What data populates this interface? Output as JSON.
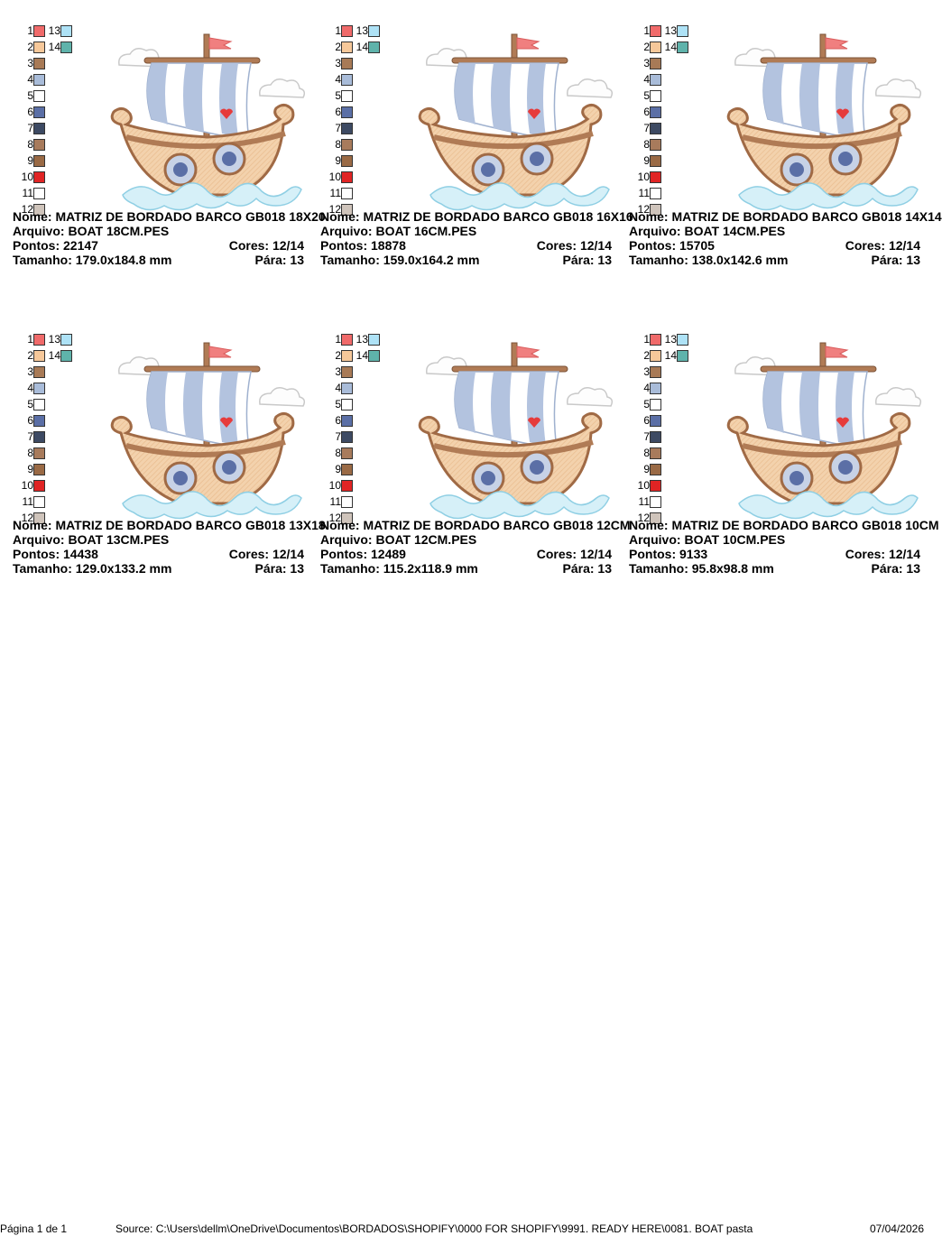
{
  "labels": {
    "nome": "Nome:",
    "arquivo": "Arquivo:",
    "pontos": "Pontos:",
    "cores": "Cores:",
    "tamanho": "Tamanho:",
    "para": "Pára:"
  },
  "palette": [
    {
      "num": "1",
      "color": "#f06a6a"
    },
    {
      "num": "2",
      "color": "#f6c89a"
    },
    {
      "num": "3",
      "color": "#a87a56"
    },
    {
      "num": "4",
      "color": "#a9bcd9"
    },
    {
      "num": "5",
      "color": "#ffffff"
    },
    {
      "num": "6",
      "color": "#5b6fa6"
    },
    {
      "num": "7",
      "color": "#3d4a63"
    },
    {
      "num": "8",
      "color": "#a87b5c"
    },
    {
      "num": "9",
      "color": "#9a6a45"
    },
    {
      "num": "10",
      "color": "#e02424"
    },
    {
      "num": "11",
      "color": "#ffffff"
    },
    {
      "num": "12",
      "color": "#cfc4bb"
    }
  ],
  "palette_extra": [
    {
      "num": "13",
      "color": "#aee2f6"
    },
    {
      "num": "14",
      "color": "#5fb3ab"
    }
  ],
  "designs": [
    {
      "nome": "MATRIZ DE BORDADO BARCO GB018 18X20",
      "arquivo": "BOAT 18CM.PES",
      "pontos": "22147",
      "cores": "12/14",
      "tamanho": "179.0x184.8 mm",
      "para": "13"
    },
    {
      "nome": "MATRIZ DE BORDADO BARCO GB018 16X16",
      "arquivo": "BOAT 16CM.PES",
      "pontos": "18878",
      "cores": "12/14",
      "tamanho": "159.0x164.2 mm",
      "para": "13"
    },
    {
      "nome": "MATRIZ DE BORDADO BARCO GB018 14X14",
      "arquivo": "BOAT 14CM.PES",
      "pontos": "15705",
      "cores": "12/14",
      "tamanho": "138.0x142.6 mm",
      "para": "13"
    },
    {
      "nome": "MATRIZ DE BORDADO BARCO GB018 13X18",
      "arquivo": "BOAT 13CM.PES",
      "pontos": "14438",
      "cores": "12/14",
      "tamanho": "129.0x133.2 mm",
      "para": "13"
    },
    {
      "nome": "MATRIZ DE BORDADO BARCO GB018 12CM",
      "arquivo": "BOAT 12CM.PES",
      "pontos": "12489",
      "cores": "12/14",
      "tamanho": "115.2x118.9 mm",
      "para": "13"
    },
    {
      "nome": "MATRIZ DE BORDADO BARCO GB018 10CM",
      "arquivo": "BOAT 10CM.PES",
      "pontos": "9133",
      "cores": "12/14",
      "tamanho": "95.8x98.8 mm",
      "para": "13"
    }
  ],
  "footer": {
    "page": "Página 1 de 1",
    "source": "Source: C:\\Users\\dellm\\OneDrive\\Documentos\\BORDADOS\\SHOPIFY\\0000 FOR SHOPIFY\\9991. READY HERE\\0081. BOAT pasta",
    "date": "07/04/2026"
  }
}
